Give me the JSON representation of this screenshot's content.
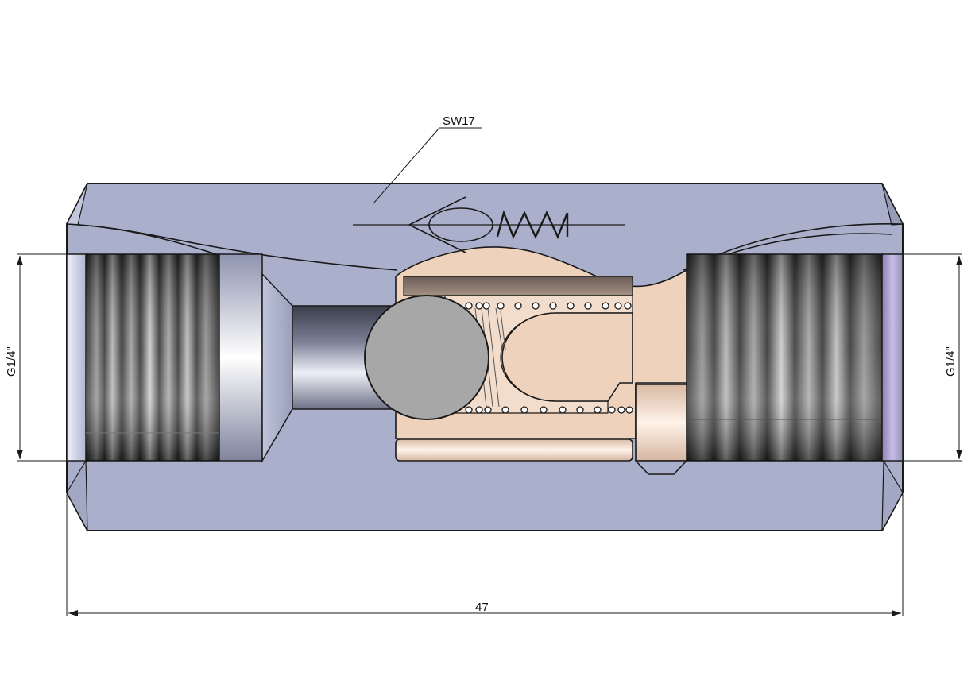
{
  "labels": {
    "wrench_size": "SW17",
    "thread_left": "G1/4\"",
    "thread_right": "G1/4\"",
    "overall_length": "47"
  },
  "colors": {
    "body": "#aab0cb",
    "brass": "#efd2bb",
    "ball": "#a7a7a7",
    "outline": "#1a1a1a"
  }
}
